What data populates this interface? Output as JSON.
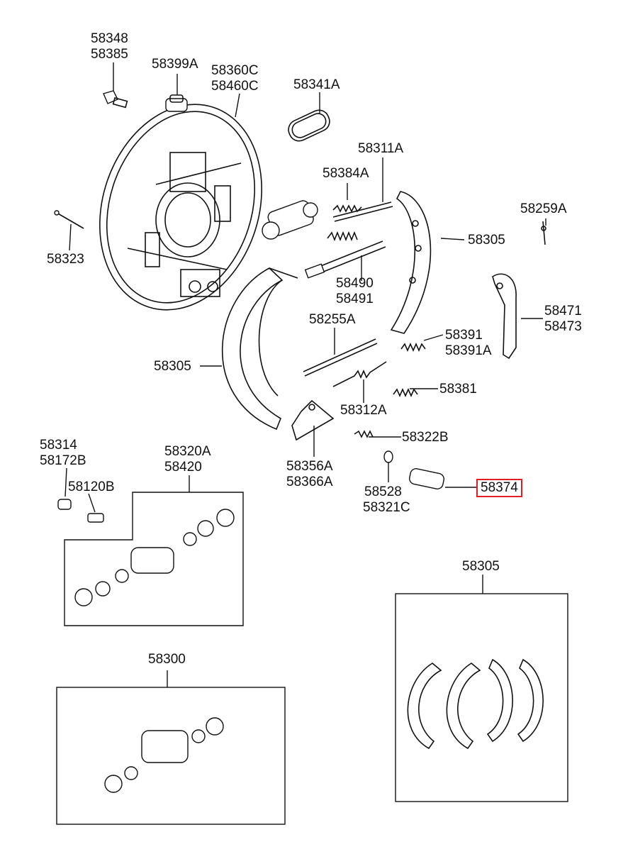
{
  "highlight_color": "#e02020",
  "labels": {
    "l58348": "58348",
    "l58385": "58385",
    "l58399A": "58399A",
    "l58360C": "58360C",
    "l58460C": "58460C",
    "l58341A": "58341A",
    "l58311A": "58311A",
    "l58384A": "58384A",
    "l58259A": "58259A",
    "l58323": "58323",
    "l58305_top": "58305",
    "l58490": "58490",
    "l58491": "58491",
    "l58471": "58471",
    "l58473": "58473",
    "l58255A": "58255A",
    "l58391": "58391",
    "l58391A": "58391A",
    "l58305_left": "58305",
    "l58381": "58381",
    "l58312A": "58312A",
    "l58322B": "58322B",
    "l58314": "58314",
    "l58172B": "58172B",
    "l58320A": "58320A",
    "l58420": "58420",
    "l58356A": "58356A",
    "l58366A": "58366A",
    "l58120B": "58120B",
    "l58528": "58528",
    "l58321C": "58321C",
    "l58374": "58374",
    "l58305_kit": "58305",
    "l58300": "58300"
  }
}
